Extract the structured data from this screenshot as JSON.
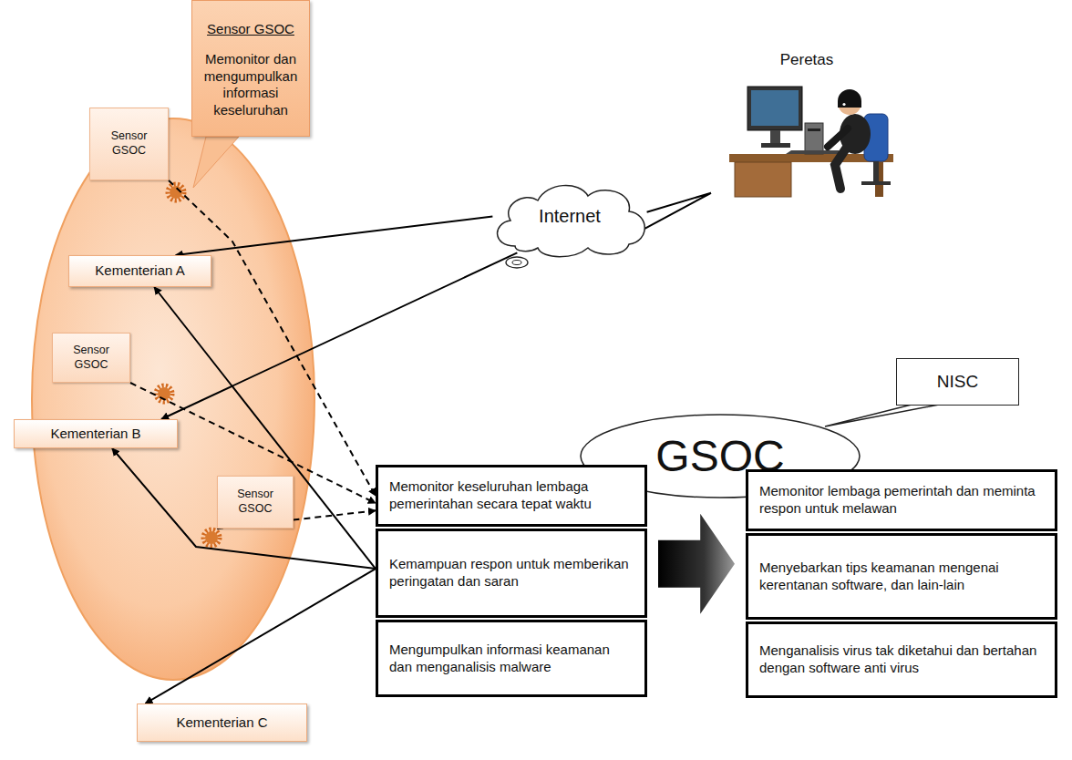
{
  "diagram": {
    "nodes": [
      {
        "text": [
          "Sensor GSOC",
          "Memonitor dan mengumpulkan informasi keseluruhan"
        ]
      },
      {
        "text": [
          "Sensor GSOC"
        ]
      },
      {
        "text": [
          "Kementerian A"
        ]
      },
      {
        "text": [
          "Sensor GSOC"
        ]
      },
      {
        "text": [
          "Kementerian B"
        ]
      },
      {
        "text": [
          "Sensor GSOC"
        ]
      },
      {
        "text": [
          "Kementerian C"
        ]
      },
      {
        "text": [
          "Internet"
        ]
      },
      {
        "text": [
          "Peretas"
        ]
      },
      {
        "text": [
          "NISC"
        ]
      },
      {
        "text": [
          "GSOC"
        ]
      },
      {
        "text": [
          "Memonitor keseluruhan lembaga pemerintahan secara tepat waktu"
        ]
      },
      {
        "text": [
          "Kemampuan respon untuk memberikan peringatan dan saran"
        ]
      },
      {
        "text": [
          "Mengumpulkan informasi keamanan dan menganalisis malware"
        ]
      },
      {
        "text": [
          "Memonitor lembaga pemerintah dan meminta respon untuk melawan"
        ]
      },
      {
        "text": [
          "Menyebarkan tips keamanan mengenai kerentanan software, dan lain-lain"
        ]
      },
      {
        "text": [
          "Menganalisis virus tak diketahui dan bertahan dengan software anti virus"
        ]
      }
    ],
    "edges": [
      {
        "from": 8,
        "to": 7,
        "arrow": "none"
      },
      {
        "from": 7,
        "to": 2,
        "arrow": "to"
      },
      {
        "from": 7,
        "to": 4,
        "arrow": "to"
      },
      {
        "from": 1,
        "to": 11,
        "arrow": "to"
      },
      {
        "from": 3,
        "to": 11,
        "arrow": "to"
      },
      {
        "from": 5,
        "to": 11,
        "arrow": "to"
      },
      {
        "from": 12,
        "to": 2,
        "arrow": "to"
      },
      {
        "from": 12,
        "to": 4,
        "arrow": "to"
      },
      {
        "from": 12,
        "to": 6,
        "arrow": "to"
      },
      {
        "from": 12,
        "to": 15,
        "arrow": "to"
      }
    ]
  }
}
